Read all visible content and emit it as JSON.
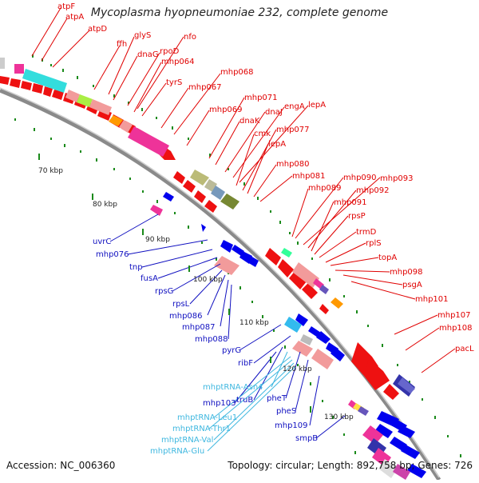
{
  "title": "Mycoplasma hyopneumoniae 232, complete genome",
  "footer": {
    "accession": "Accession: NC_006360",
    "summary": "Topology: circular; Length: 892,758 bp; Genes: 726"
  },
  "colors": {
    "forward_label": "#e00000",
    "reverse_label": "#1010c0",
    "trna_label": "#40b8e0",
    "backbone": "#999999",
    "tick": "#1a8a1a"
  },
  "kbp_marks": [
    {
      "label": "70 kbp",
      "kbp": 70
    },
    {
      "label": "80 kbp",
      "kbp": 80
    },
    {
      "label": "90 kbp",
      "kbp": 90
    },
    {
      "label": "100 kbp",
      "kbp": 100
    },
    {
      "label": "110 kbp",
      "kbp": 110
    },
    {
      "label": "120 kbp",
      "kbp": 120
    },
    {
      "label": "130 kbp",
      "kbp": 130
    }
  ],
  "forward_genes": [
    "atpF",
    "atpA",
    "atpD",
    "ffh",
    "glyS",
    "dnaG",
    "rpoD",
    "nfo",
    "mhp064",
    "tyrS",
    "mhp067",
    "mhp068",
    "mhp069",
    "mhp071",
    "dnaK",
    "dnaJ",
    "engA",
    "lepA",
    "cmk",
    "mhp077",
    "lepA",
    "mhp080",
    "mhp081",
    "mhp089",
    "mhp090",
    "mhp093",
    "mhp092",
    "mhp091",
    "rpsP",
    "trmD",
    "rplS",
    "topA",
    "mhp098",
    "psgA",
    "mhp101",
    "mhp107",
    "mhp108",
    "pacL"
  ],
  "reverse_genes": [
    "uvrC",
    "mhp076",
    "tnp",
    "fusA",
    "rpsG",
    "rpsL",
    "mhp086",
    "mhp087",
    "mhp088",
    "pyrG",
    "ribF",
    "truB",
    "mhp103",
    "pheT",
    "pheS",
    "mhp109",
    "smpB"
  ],
  "trna_genes": [
    "mhptRNA-Asn4",
    "mhptRNA-Leu1",
    "mhptRNA-Thr1",
    "mhptRNA-Val",
    "mhptRNA-Glu"
  ]
}
